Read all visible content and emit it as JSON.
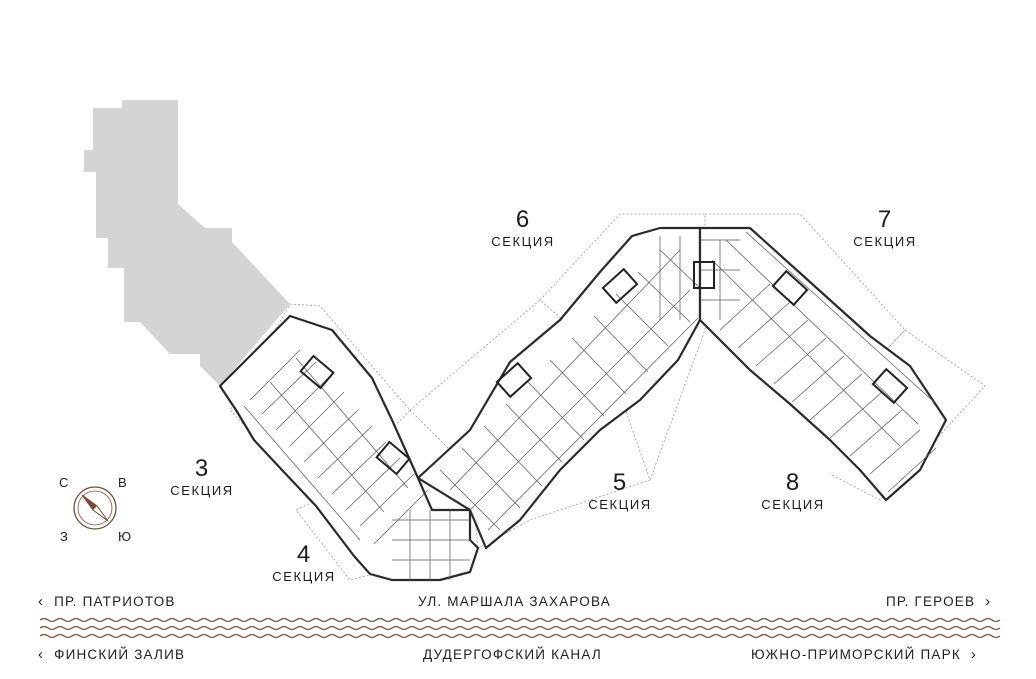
{
  "sections": [
    {
      "id": "3",
      "number": "3",
      "word": "СЕКЦИЯ"
    },
    {
      "id": "4",
      "number": "4",
      "word": "СЕКЦИЯ"
    },
    {
      "id": "5",
      "number": "5",
      "word": "СЕКЦИЯ"
    },
    {
      "id": "6",
      "number": "6",
      "word": "СЕКЦИЯ"
    },
    {
      "id": "7",
      "number": "7",
      "word": "СЕКЦИЯ"
    },
    {
      "id": "8",
      "number": "8",
      "word": "СЕКЦИЯ"
    }
  ],
  "compass": {
    "n": "С",
    "e": "В",
    "w": "З",
    "s": "Ю"
  },
  "streets": {
    "top_left": "ПР. ПАТРИОТОВ",
    "top_center": "УЛ. МАРШАЛА ЗАХАРОВА",
    "top_right": "ПР. ГЕРОЕВ",
    "bottom_left": "ФИНСКИЙ ЗАЛИВ",
    "bottom_center": "ДУДЕРГОФСКИЙ КАНАЛ",
    "bottom_right": "ЮЖНО-ПРИМОРСКИЙ ПАРК"
  },
  "icons": {
    "left": "chevron-left-icon",
    "right": "chevron-right-icon"
  },
  "colors": {
    "existing_building": "#d3d4d3",
    "wall": "#2a2a2a",
    "wave": "#7a4a33",
    "compass": "#7a4a33"
  }
}
